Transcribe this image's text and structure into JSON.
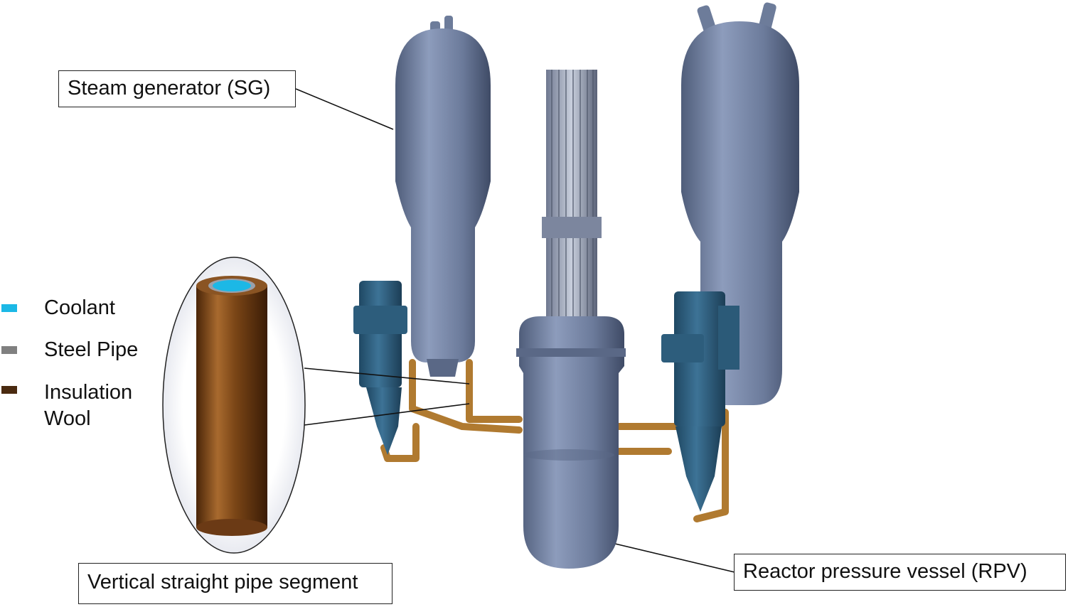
{
  "labels": {
    "sg": "Steam generator (SG)",
    "rpv": "Reactor pressure vessel (RPV)",
    "pipe": "Vertical straight pipe segment"
  },
  "legend": [
    {
      "label": "Coolant",
      "color": "#1cb8e6"
    },
    {
      "label": "Steel Pipe",
      "color": "#808080"
    },
    {
      "label": "Insulation\nWool",
      "color": "#4a2a10"
    }
  ],
  "colors": {
    "vessel": "#6b7c9c",
    "pump": "#2f5f7f",
    "pipe_loop": "#b07a30",
    "insulation": "#6b3a15"
  }
}
